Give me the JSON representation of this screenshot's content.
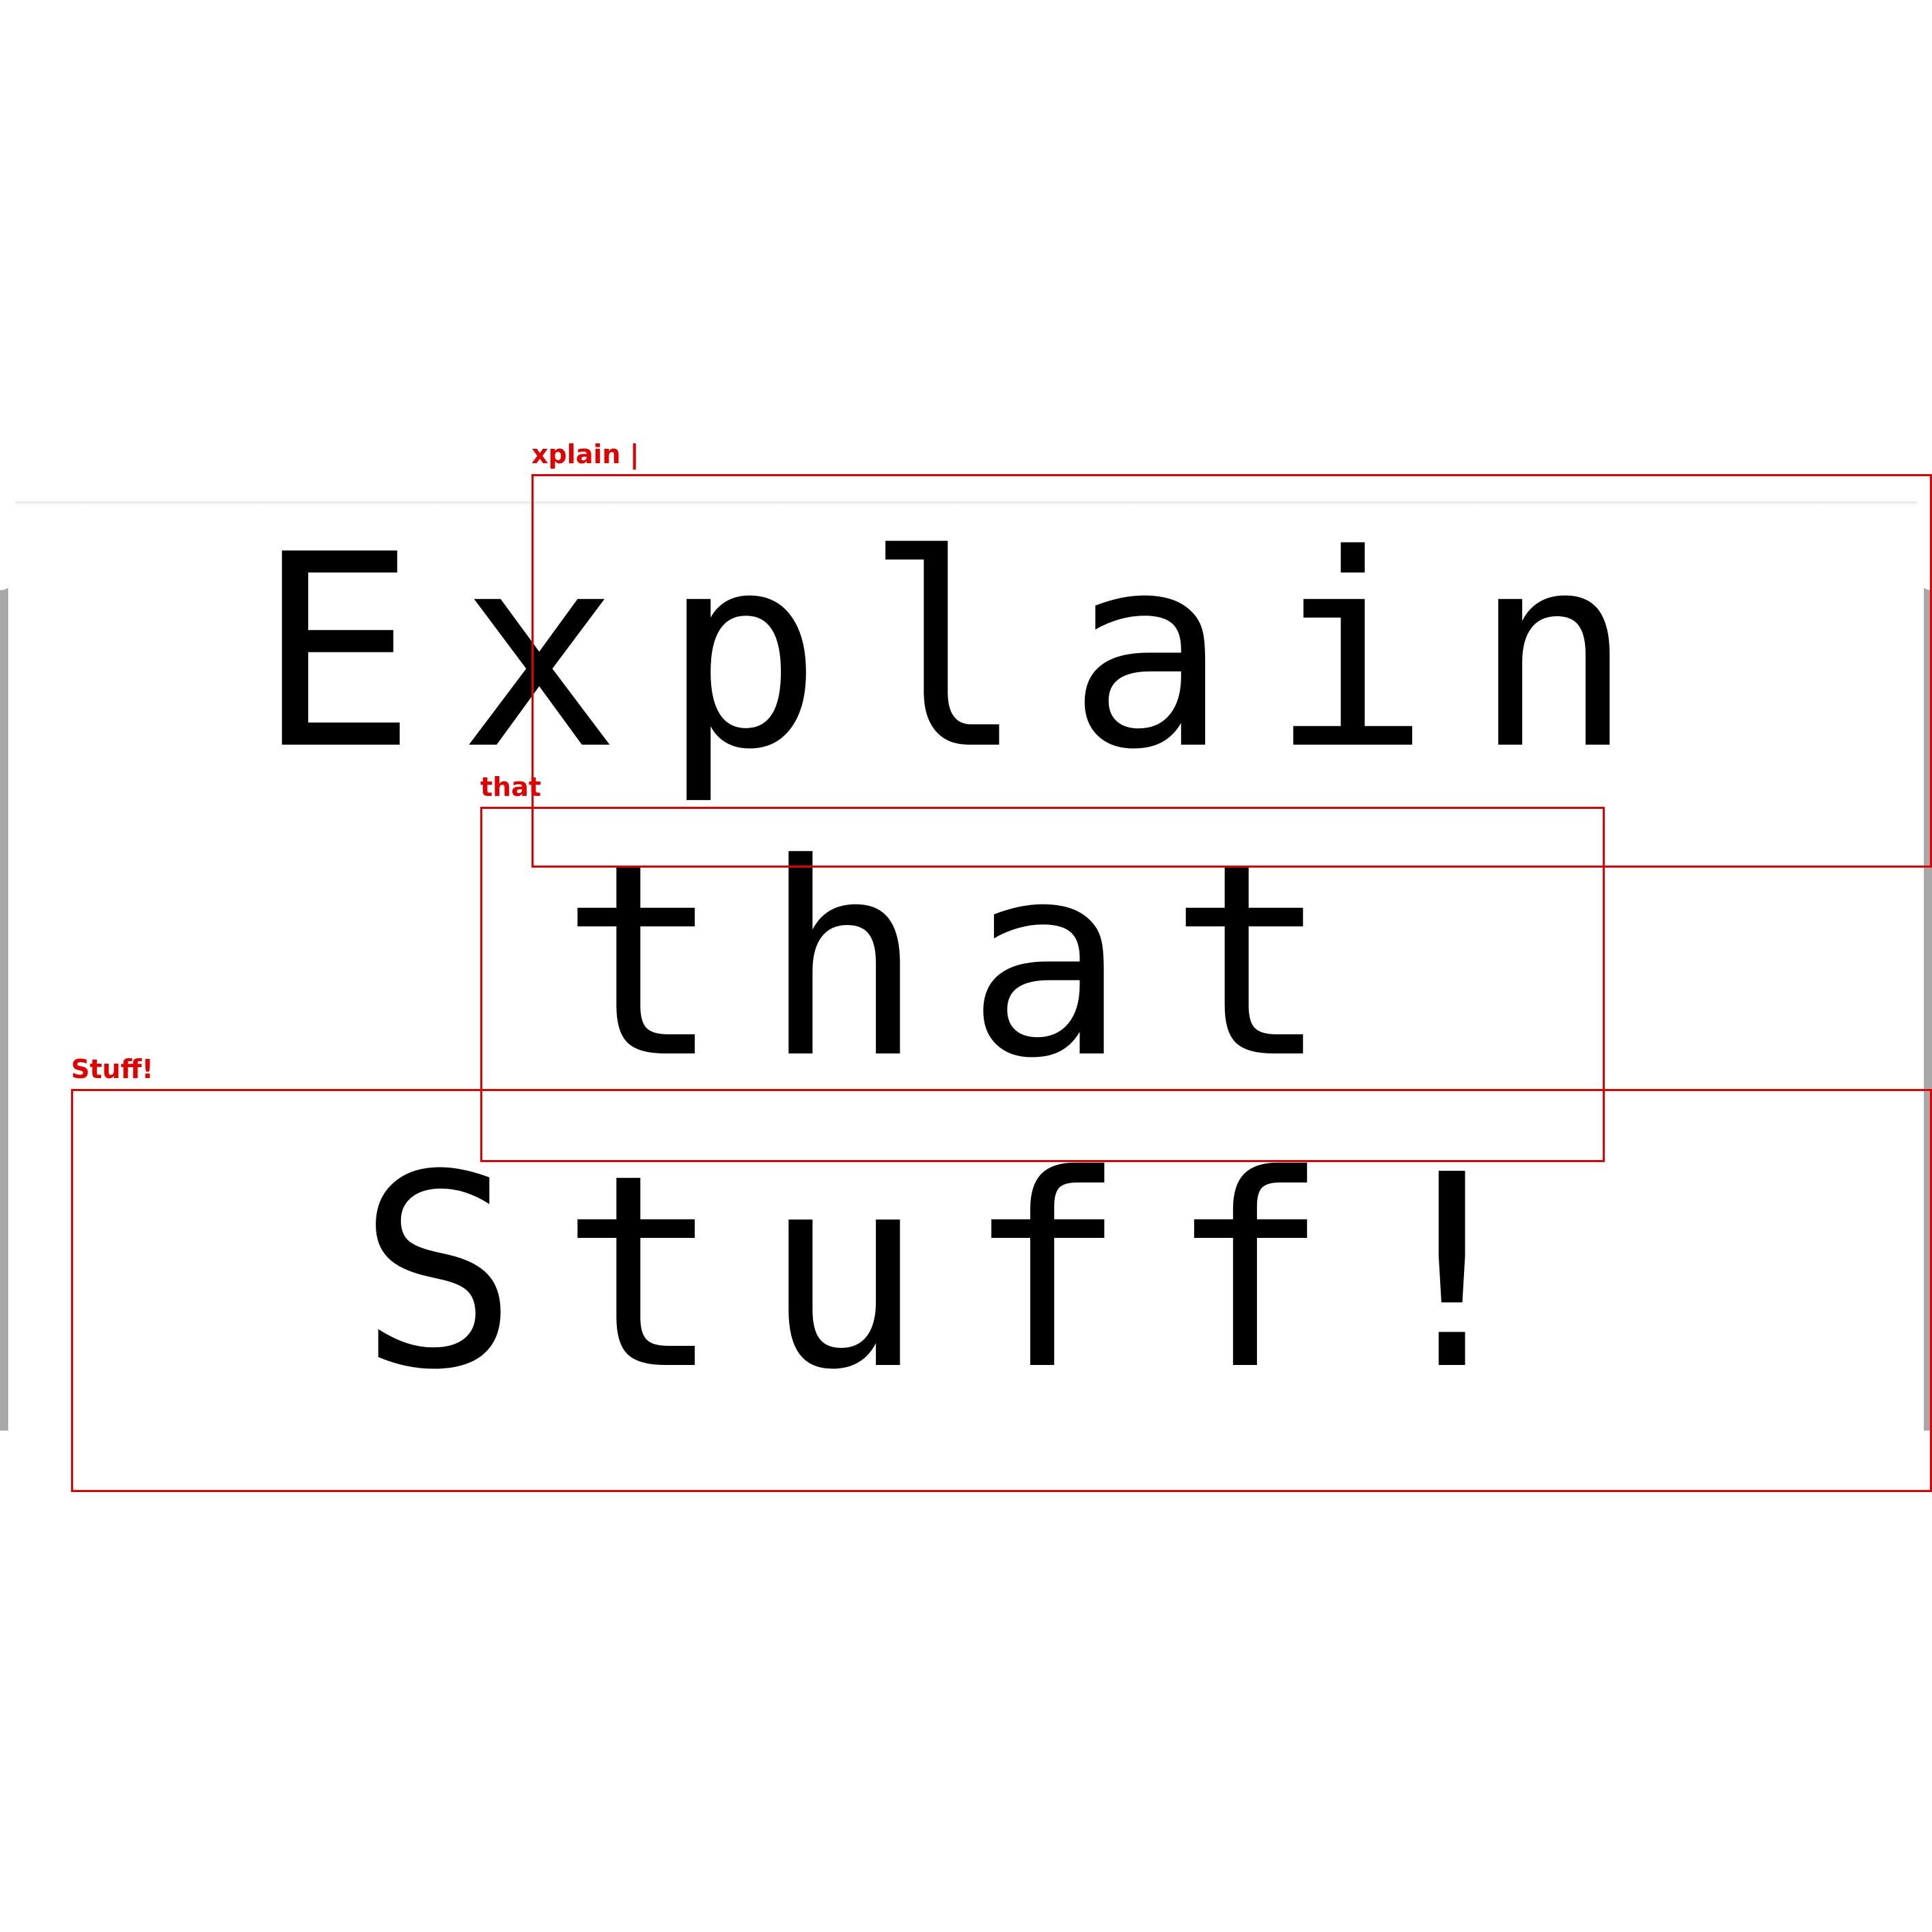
{
  "headline": {
    "line1": "Explain",
    "line2": "that",
    "line3": "Stuff!"
  },
  "annotations": [
    {
      "label": "xplain |"
    },
    {
      "label": "that"
    },
    {
      "label": "Stuff!"
    }
  ],
  "colors": {
    "text": "#000000",
    "annotation": "#e00000",
    "background": "#ffffff",
    "frame": "#a8a8a8"
  }
}
